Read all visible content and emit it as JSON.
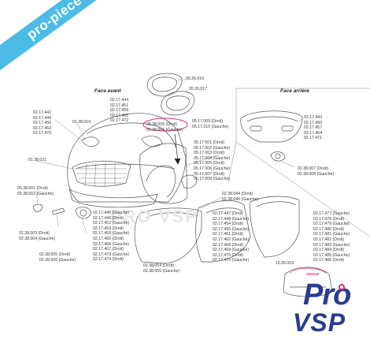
{
  "banner": {
    "text": "pro-piece-vsp.com",
    "color": "#3db7e4"
  },
  "headers": {
    "front": "Face avant",
    "rear": "Face arrière"
  },
  "watermark": "PRO VSP",
  "logo": {
    "group": "GROUP",
    "pro": "Pro",
    "vsp": "VSP",
    "brand_color": "#2d3b8f",
    "accent_color": "#e0307a"
  },
  "groups": {
    "mirror_top": [
      "05.26.016"
    ],
    "mirror_mid": [
      "05.26.017"
    ],
    "grille_codes": [
      "02.17.444",
      "02.17.451",
      "02.17.458",
      "02.17.465",
      "02.17.472"
    ],
    "left_front_codes": [
      "02.17.442",
      "02.17.449",
      "02.17.456",
      "02.17.463",
      "02.17.470"
    ],
    "headlight": [
      "01.38.019"
    ],
    "fog_left": [
      "01.38.021"
    ],
    "side_mirror": [
      "05.38.005 (Droit)",
      "05.38.006 (Gauche)"
    ],
    "mirror_cover": [
      "05.17.009 (Droit)",
      "05.17.010 (Gauche)"
    ],
    "wing_codes": [
      "05.17.001 (Droit)",
      "05.17.002 (Gauche)",
      "05.17.003 (Droit)",
      "05.17.004 (Gauche)",
      "05.17.005 (Droit)",
      "05.17.006 (Gauche)",
      "05.17.007 (Droit)",
      "05.17.008 (Gauche)"
    ],
    "rear_codes": [
      "02.17.443",
      "02.17.450",
      "02.17.457",
      "02.17.464",
      "02.17.471"
    ],
    "rear_light": [
      "02.38.007 (Droit)",
      "02.38.008 (Gauche)"
    ],
    "indicator": [
      "05.38.001 (Droit)",
      "05.38.002 (Gauche)"
    ],
    "side_repeater": [
      "02.38.003 (Droit)",
      "02.38.004 (Gauche)"
    ],
    "fog_bottom": [
      "02.38.005 (Droit)",
      "02.38.006 (Gauche)"
    ],
    "door_left_codes": [
      "02.17.445 (Gauche)",
      "02.17.446 (Droit)",
      "02.17.452 (Gauche)",
      "02.17.453 (Droit)",
      "02.17.459 (Gauche)",
      "02.17.460 (Droit)",
      "02.17.466 (Gauche)",
      "02.17.467 (Droit)",
      "02.17.473 (Gauche)",
      "02.17.474 (Droit)"
    ],
    "handle_mid": [
      "02.38.044 (Droit)",
      "02.38.045 (Gauche)"
    ],
    "handle_bottom": [
      "02.38.054 (Droit)",
      "02.38.055 (Gauche)"
    ],
    "door_mid_codes": [
      "02.17.447 (Droit)",
      "02.17.448 (Gauche)",
      "02.17.454 (Droit)",
      "02.17.455 (Gauche)",
      "02.17.461 (Droit)",
      "02.17.462 (Gauche)",
      "02.17.468 (Droit)",
      "02.17.469 (Gauche)",
      "02.17.475 (Droit)",
      "02.17.476 (Gauche)"
    ],
    "door_right_codes": [
      "02.17.477 (Gauche)",
      "02.17.478 (Droit)",
      "02.17.479 (Gauche)",
      "02.17.480 (Droit)",
      "02.17.481 (Gauche)",
      "02.17.482 (Droit)",
      "02.17.483 (Gauche)",
      "02.17.484 (Droit)",
      "02.17.485 (Gauche)",
      "02.17.486 (Droit)"
    ],
    "windscreen": [
      "10.26.019"
    ]
  }
}
